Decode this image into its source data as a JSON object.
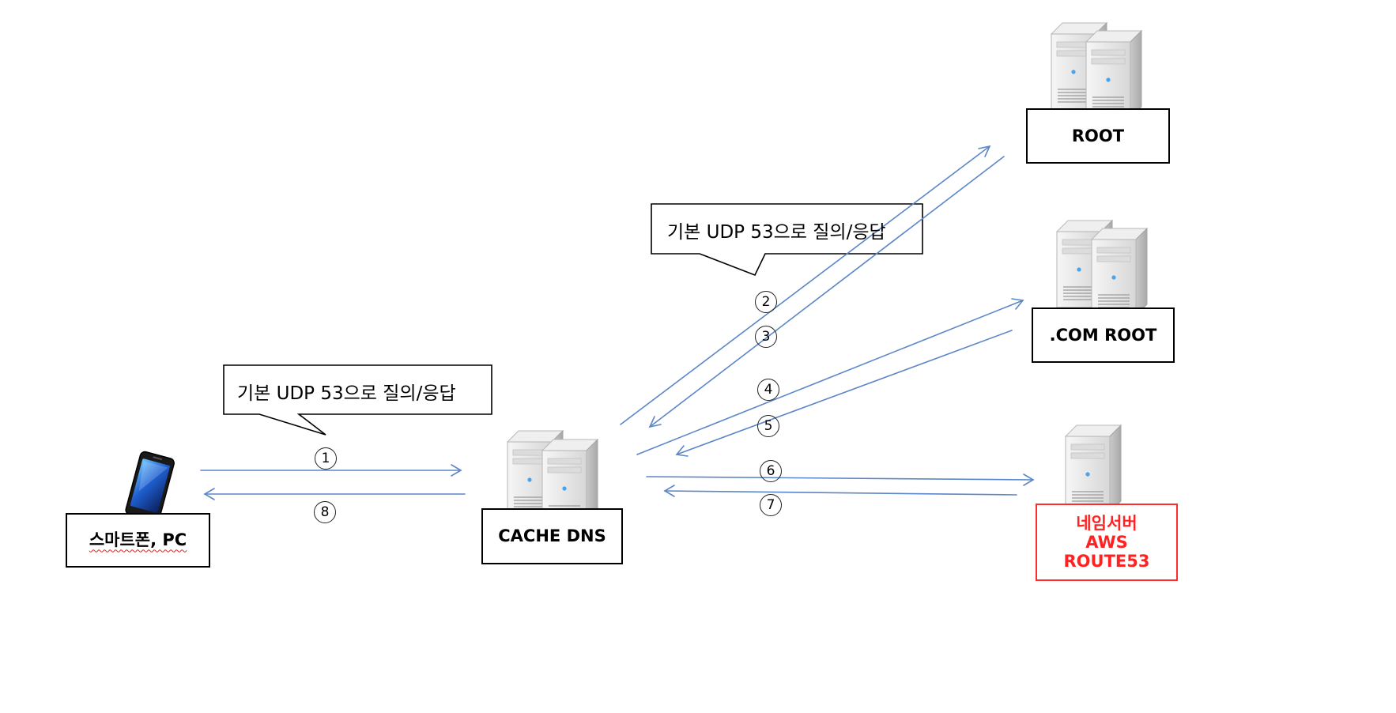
{
  "colors": {
    "arrow": "#5b86c8",
    "highlight_border": "#ff2b2b",
    "highlight_text": "#ff2222",
    "box_border": "#000000"
  },
  "nodes": {
    "client": {
      "label": "스마트폰, PC",
      "icon": "smartphone-icon"
    },
    "cache_dns": {
      "label": "CACHE DNS",
      "icon": "server-pair-icon"
    },
    "root": {
      "label": "ROOT",
      "icon": "server-pair-icon"
    },
    "com_root": {
      "label": ".COM ROOT",
      "icon": "server-pair-icon"
    },
    "nameserver": {
      "label_line1": "네임서버",
      "label_line2": "AWS",
      "label_line3": "ROUTE53",
      "icon": "server-icon"
    }
  },
  "callouts": {
    "client_side": "기본 UDP 53으로 질의/응답",
    "upstream_side": "기본 UDP 53으로 질의/응답"
  },
  "steps": [
    "1",
    "2",
    "3",
    "4",
    "5",
    "6",
    "7",
    "8"
  ]
}
